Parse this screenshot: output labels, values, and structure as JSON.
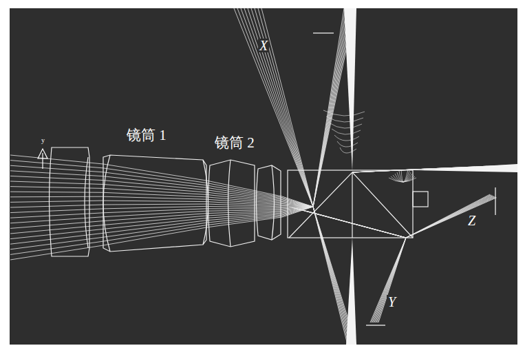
{
  "diagram": {
    "labels": [
      "y",
      "镜筒 1",
      "镜筒 2",
      "X",
      "Y",
      "Z"
    ]
  }
}
